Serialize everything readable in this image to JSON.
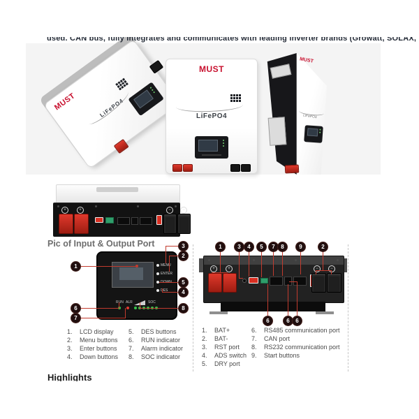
{
  "page": {
    "top_text": "used. CAN bus, fully integrates and communicates with leading inverter brands (Growatt, SOLAX, L",
    "section_title": "Pic of Input & Output Port",
    "highlights_title": "Highlights"
  },
  "brand": {
    "logo": "MUST",
    "model": "LiFePO4",
    "red": "#c8102e"
  },
  "symbols": {
    "plus": "+",
    "minus": "−"
  },
  "control_panel": {
    "buttons": [
      "MENU",
      "ENTER",
      "DOWN",
      "DES"
    ],
    "run_label": "RUN",
    "alr_label": "ALR",
    "soc_label": "SOC",
    "callouts": [
      "1",
      "2",
      "3",
      "4",
      "5",
      "6",
      "7",
      "8"
    ]
  },
  "battery_panel": {
    "callouts_top": [
      "1",
      "3",
      "4",
      "5",
      "7",
      "8",
      "9",
      "2"
    ],
    "callouts_bottom": [
      "6",
      "6",
      "6"
    ]
  },
  "legend_left": {
    "col1": [
      {
        "num": "1.",
        "label": "LCD display"
      },
      {
        "num": "2.",
        "label": "Menu buttons"
      },
      {
        "num": "3.",
        "label": "Enter buttons"
      },
      {
        "num": "4.",
        "label": "Down buttons"
      }
    ],
    "col2": [
      {
        "num": "5.",
        "label": "DES buttons"
      },
      {
        "num": "6.",
        "label": "RUN indicator"
      },
      {
        "num": "7.",
        "label": "Alarm indicator"
      },
      {
        "num": "8.",
        "label": "SOC indicator"
      }
    ]
  },
  "legend_right": {
    "col1": [
      {
        "num": "1.",
        "label": "BAT+"
      },
      {
        "num": "2.",
        "label": "BAT-"
      },
      {
        "num": "3.",
        "label": "RST port"
      },
      {
        "num": "4.",
        "label": "ADS switch"
      },
      {
        "num": "5.",
        "label": "DRY port"
      }
    ],
    "col2": [
      {
        "num": "6.",
        "label": "RS485 communication port"
      },
      {
        "num": "7.",
        "label": "CAN port"
      },
      {
        "num": "8.",
        "label": "RS232 communication port"
      },
      {
        "num": "9.",
        "label": "Start buttons"
      }
    ]
  }
}
